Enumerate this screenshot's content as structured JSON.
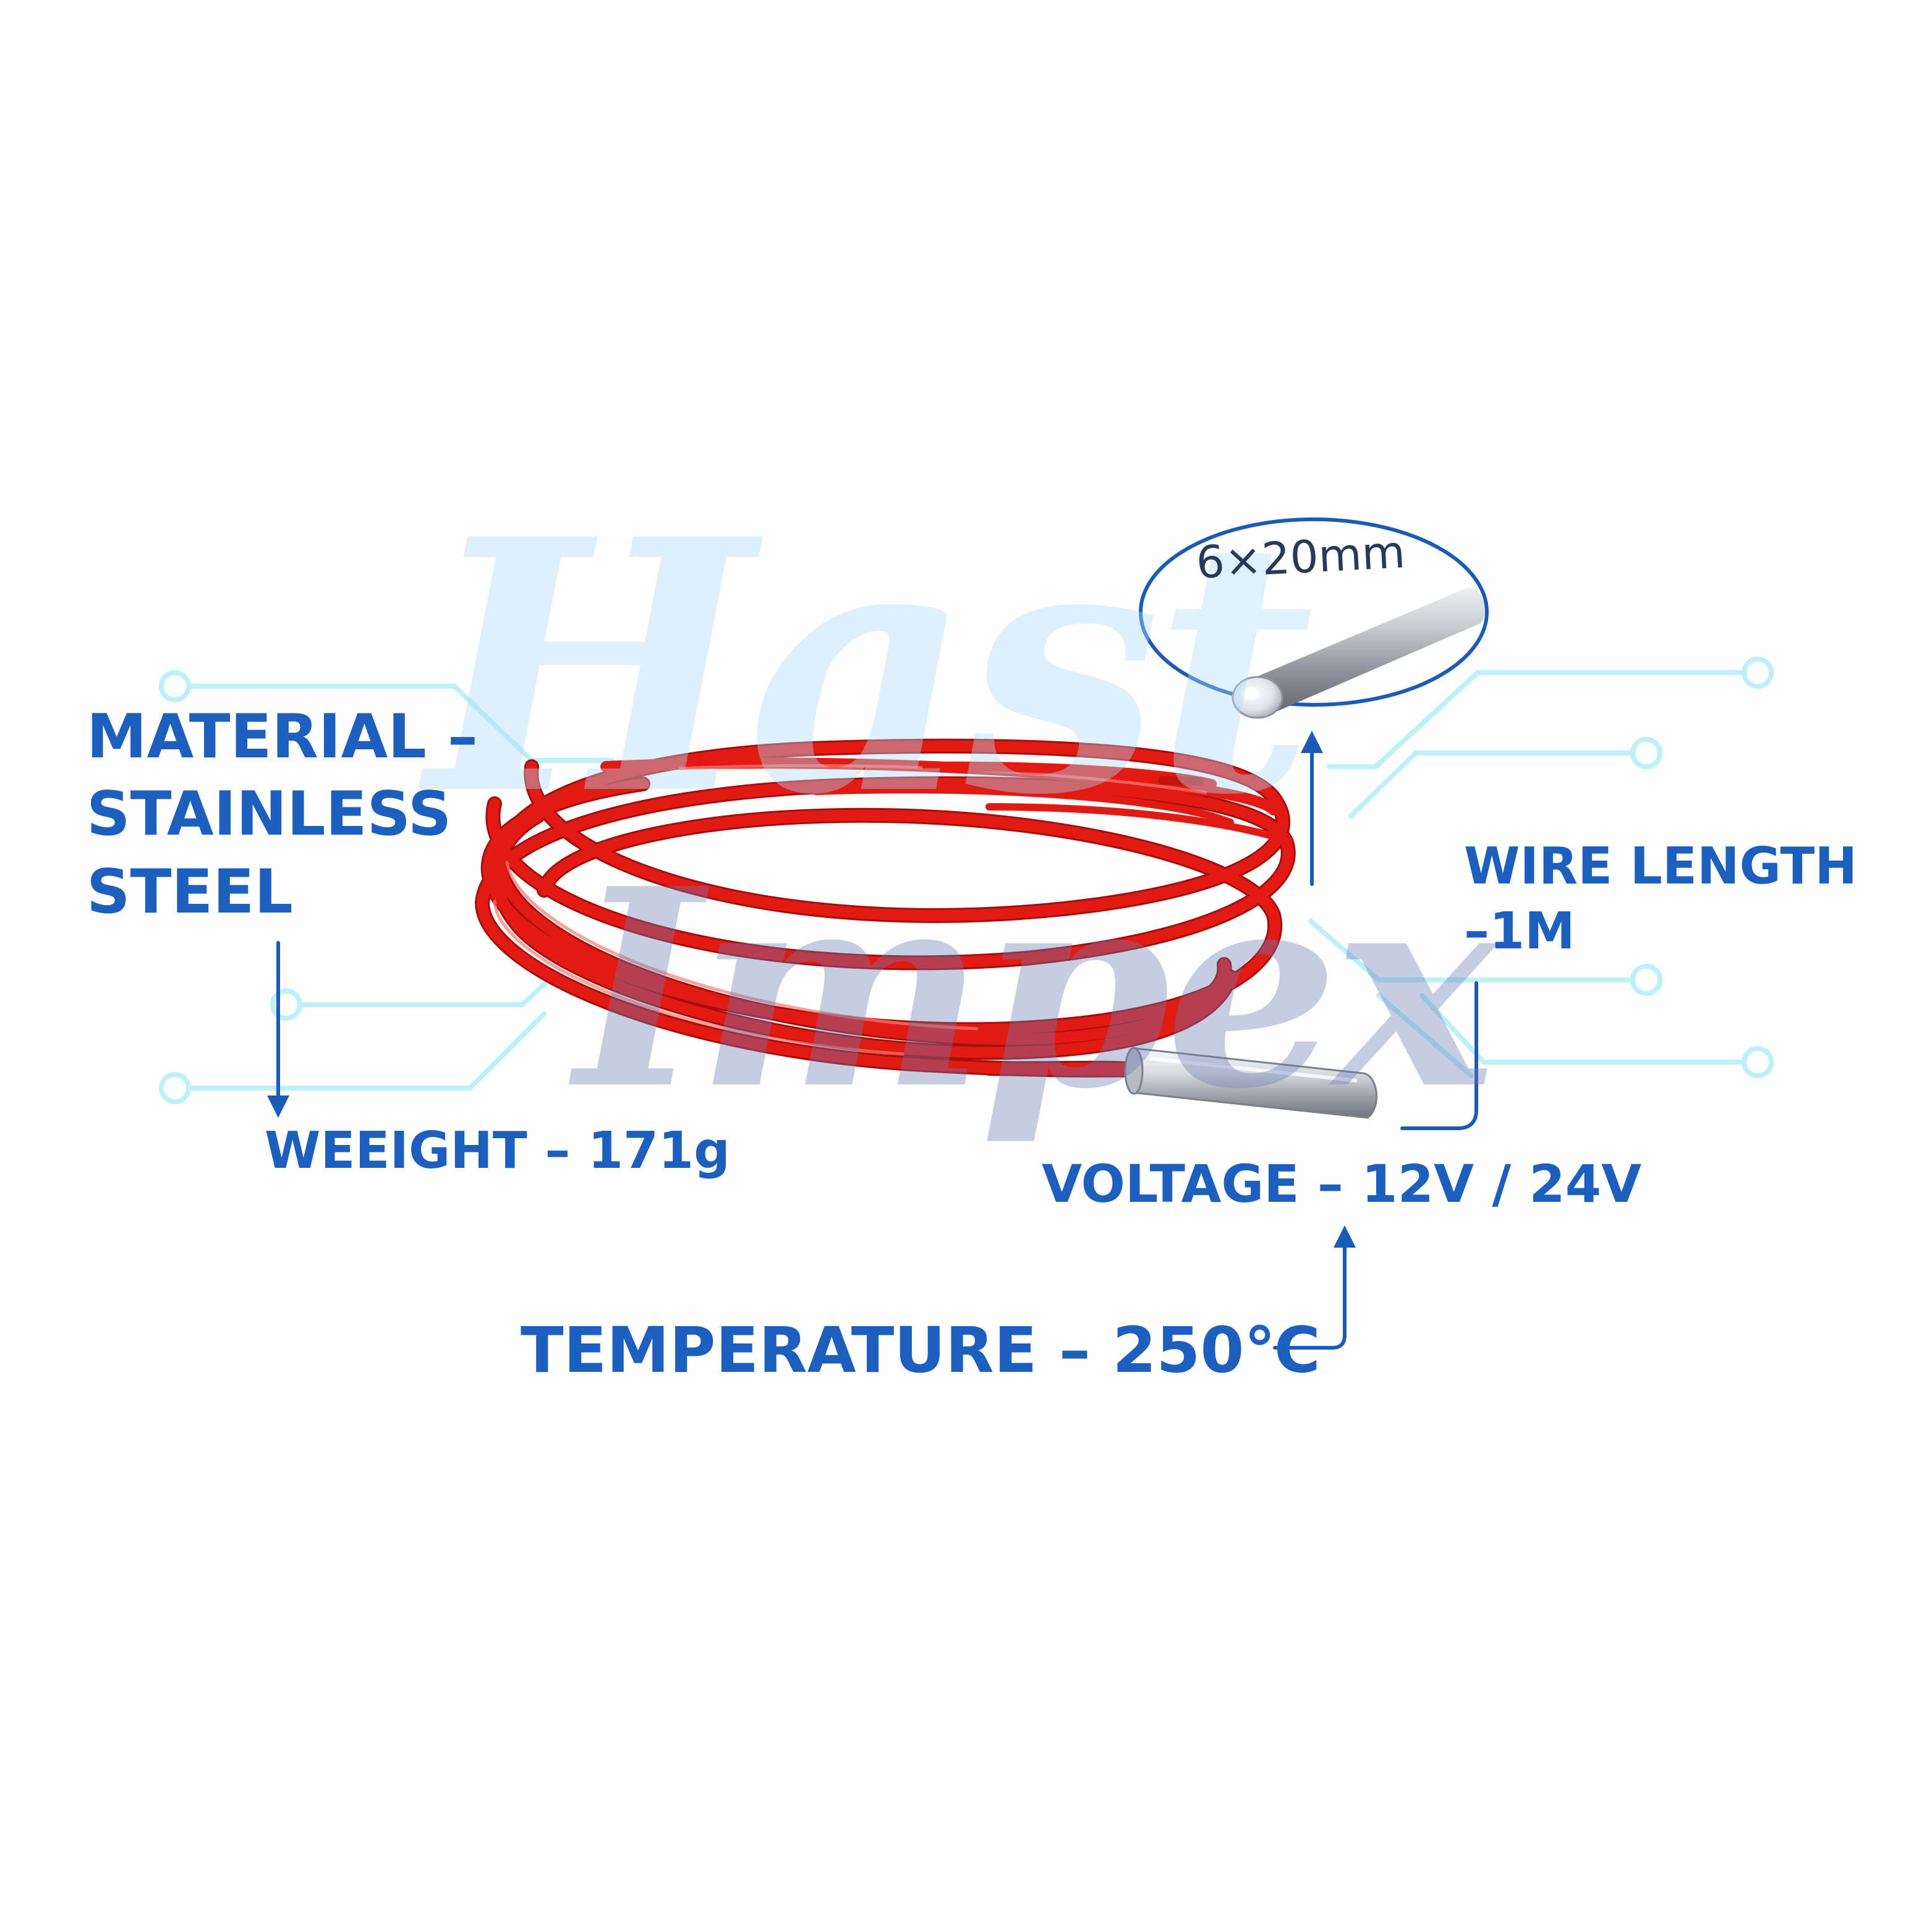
{
  "watermark": {
    "line1": "Hast",
    "line2": "Impex"
  },
  "probe": {
    "size": "6×20mm"
  },
  "labels": {
    "material": [
      "MATERIAL –",
      "STAINLESS",
      "STEEL"
    ],
    "weight": "WEEIGHT – 171g",
    "wire_length": [
      "WIRE LENGTH",
      "–1M"
    ],
    "voltage": "VOLTAGE – 12V /  24V",
    "temperature": "TEMPERATURE – 250℃"
  },
  "colors": {
    "label_blue": "#1d5fbf",
    "arrow_blue": "#1a5bb8",
    "wire_red": "#e21a14",
    "trace_cyan": "#bdf0f7",
    "steel": "#c5c9cf"
  }
}
